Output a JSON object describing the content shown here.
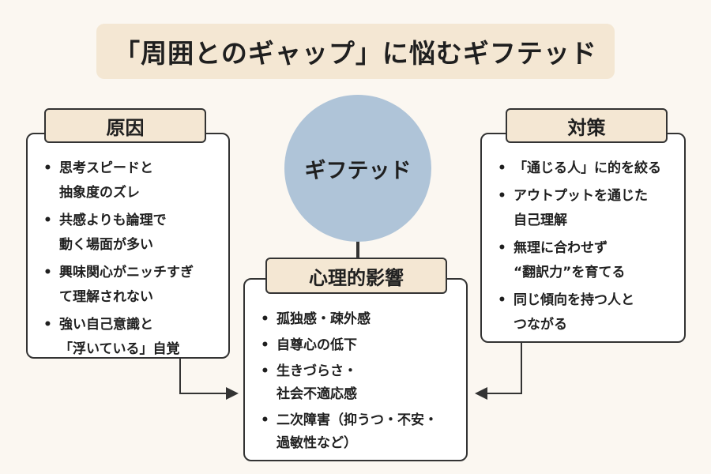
{
  "title": "「周囲とのギャップ」に悩むギフテッド",
  "center": {
    "label": "ギフテッド"
  },
  "causes": {
    "heading": "原因",
    "items": [
      {
        "lines": [
          "思考スピードと",
          "抽象度のズレ"
        ]
      },
      {
        "lines": [
          "共感よりも論理で",
          "動く場面が多い"
        ]
      },
      {
        "lines": [
          "興味関心がニッチすぎ",
          "て理解されない"
        ]
      },
      {
        "lines": [
          "強い自己意識と",
          "「浮いている」自覚"
        ]
      }
    ]
  },
  "measures": {
    "heading": "対策",
    "items": [
      {
        "lines": [
          "「通じる人」に的を絞る"
        ]
      },
      {
        "lines": [
          "アウトプットを通じた",
          "自己理解"
        ]
      },
      {
        "lines": [
          "無理に合わせず",
          "“翻訳力”を育てる"
        ]
      },
      {
        "lines": [
          "同じ傾向を持つ人と",
          "つながる"
        ]
      }
    ]
  },
  "effects": {
    "heading": "心理的影響",
    "items": [
      {
        "lines": [
          "孤独感・疎外感"
        ]
      },
      {
        "lines": [
          "自尊心の低下"
        ]
      },
      {
        "lines": [
          "生きづらさ・",
          "社会不適応感"
        ]
      },
      {
        "lines": [
          "二次障害（抑うつ・不安・",
          "過敏性など）"
        ]
      }
    ]
  },
  "colors": {
    "background": "#fbf7f1",
    "title_fill": "#f4e7d3",
    "tab_fill": "#f4e7d3",
    "circle_fill": "#afc4d8",
    "stroke": "#333333"
  }
}
